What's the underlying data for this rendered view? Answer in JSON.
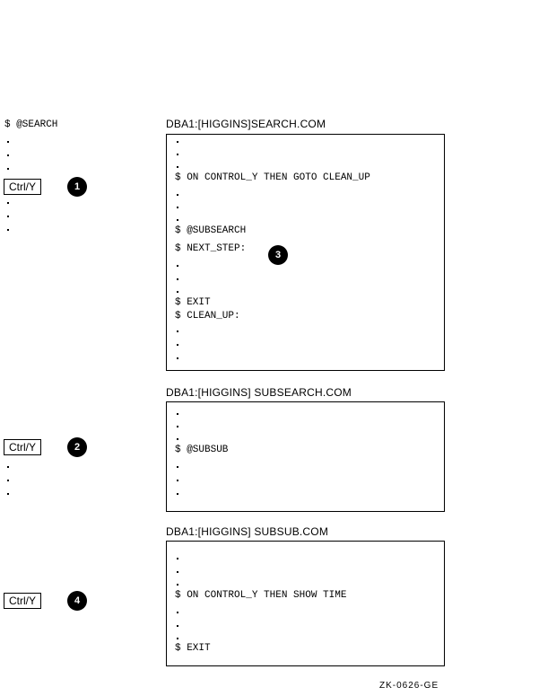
{
  "left": {
    "command": "$ @SEARCH",
    "ctrl_y_label": "Ctrl/Y"
  },
  "callouts": [
    "1",
    "2",
    "3",
    "4"
  ],
  "panels": [
    {
      "title": "DBA1:[HIGGINS]SEARCH.COM",
      "lines": [
        "$ ON CONTROL_Y THEN GOTO CLEAN_UP",
        "$ @SUBSEARCH",
        "$ NEXT_STEP:",
        "$ EXIT",
        "$ CLEAN_UP:"
      ]
    },
    {
      "title": "DBA1:[HIGGINS] SUBSEARCH.COM",
      "lines": [
        "$ @SUBSUB"
      ]
    },
    {
      "title": "DBA1:[HIGGINS] SUBSUB.COM",
      "lines": [
        "$ ON CONTROL_Y THEN SHOW TIME",
        "$ EXIT"
      ]
    }
  ],
  "footer_code": "ZK-0626-GE"
}
